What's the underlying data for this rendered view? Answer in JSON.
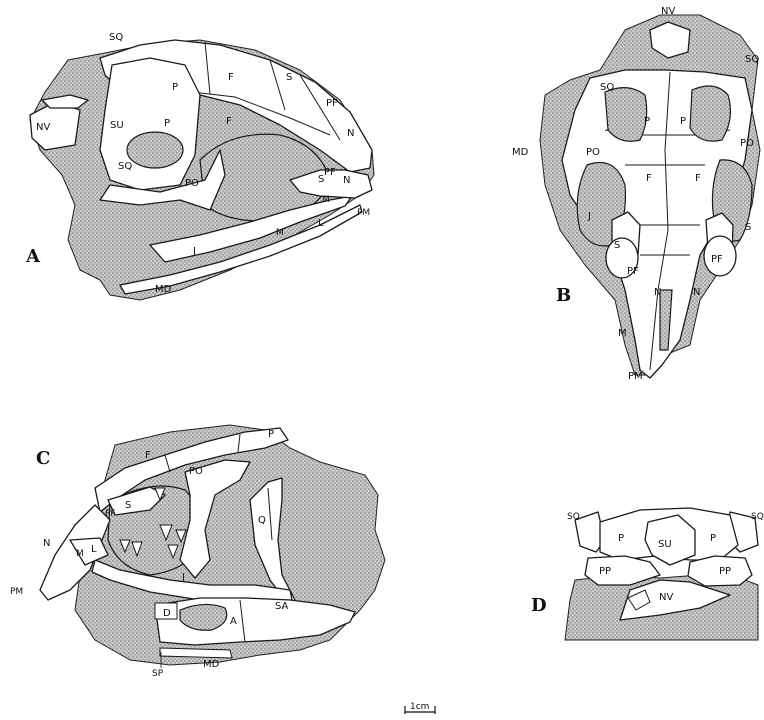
{
  "panels": {
    "a": {
      "letter": "A",
      "labels": [
        "SQ",
        "P",
        "F",
        "S",
        "PF",
        "N",
        "SU",
        "P",
        "F",
        "NV",
        "SQ",
        "PO",
        "S",
        "PF",
        "N",
        "M",
        "L",
        "M",
        "PM",
        "J",
        "MD"
      ]
    },
    "b": {
      "letter": "B",
      "labels": [
        "NV",
        "SQ",
        "SQ",
        "MD",
        "P",
        "P",
        "PO",
        "PO",
        "F",
        "F",
        "J",
        "S",
        "S",
        "PF",
        "PF",
        "N",
        "N",
        "M",
        "PM"
      ]
    },
    "c": {
      "letter": "C",
      "labels": [
        "P",
        "F",
        "PO",
        "Q",
        "S",
        "PF",
        "N",
        "M",
        "L",
        "J",
        "PM",
        "D",
        "A",
        "SA",
        "SP",
        "MD"
      ]
    },
    "d": {
      "letter": "D",
      "labels": [
        "SQ",
        "SQ",
        "P",
        "SU",
        "P",
        "PP",
        "PP",
        "NV"
      ]
    }
  },
  "scale_bar": {
    "label": "1cm"
  }
}
